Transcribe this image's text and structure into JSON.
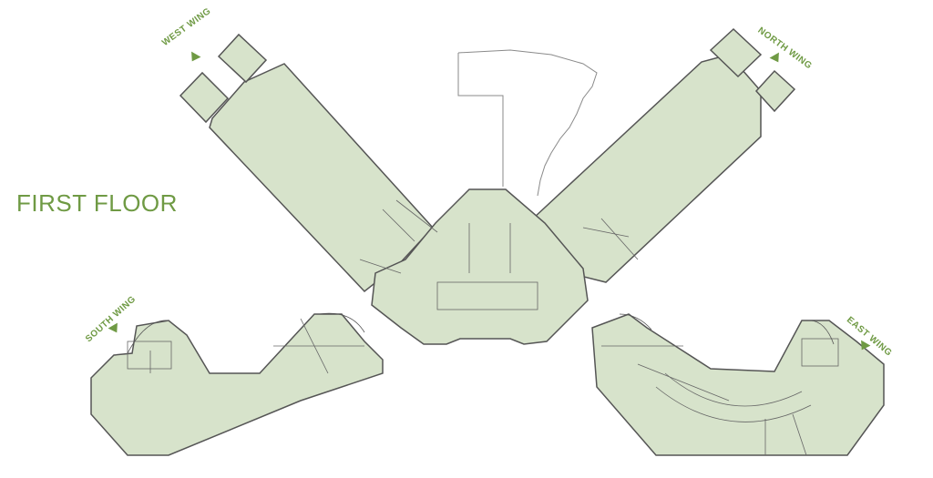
{
  "map": {
    "floor_title": "FIRST FLOOR",
    "wings": {
      "west": "WEST WING",
      "north": "NORTH WING",
      "south": "SOUTH WING",
      "east": "EAST WING"
    },
    "colors": {
      "floor_fill": "#d7e3cb",
      "wall": "#555555",
      "label_green": "#6f9a44",
      "outline": "#777777"
    },
    "icons": {
      "wing_direction": "triangle-arrow-icon"
    }
  }
}
